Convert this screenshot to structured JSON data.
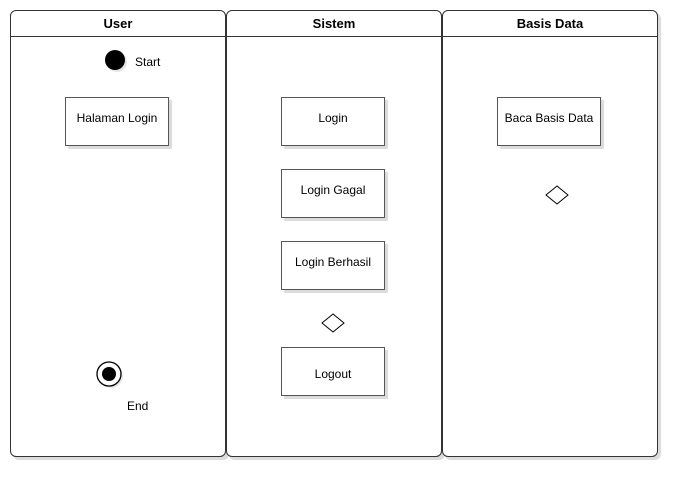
{
  "lanes": [
    {
      "title": "User"
    },
    {
      "title": "Sistem"
    },
    {
      "title": "Basis Data"
    }
  ],
  "start": {
    "label": "Start"
  },
  "end": {
    "label": "End"
  },
  "activities": {
    "halaman_login": "Halaman Login",
    "login": "Login",
    "login_gagal": "Login Gagal",
    "login_berhasil": "Login Berhasil",
    "logout": "Logout",
    "baca_basis_data": "Baca Basis Data"
  }
}
